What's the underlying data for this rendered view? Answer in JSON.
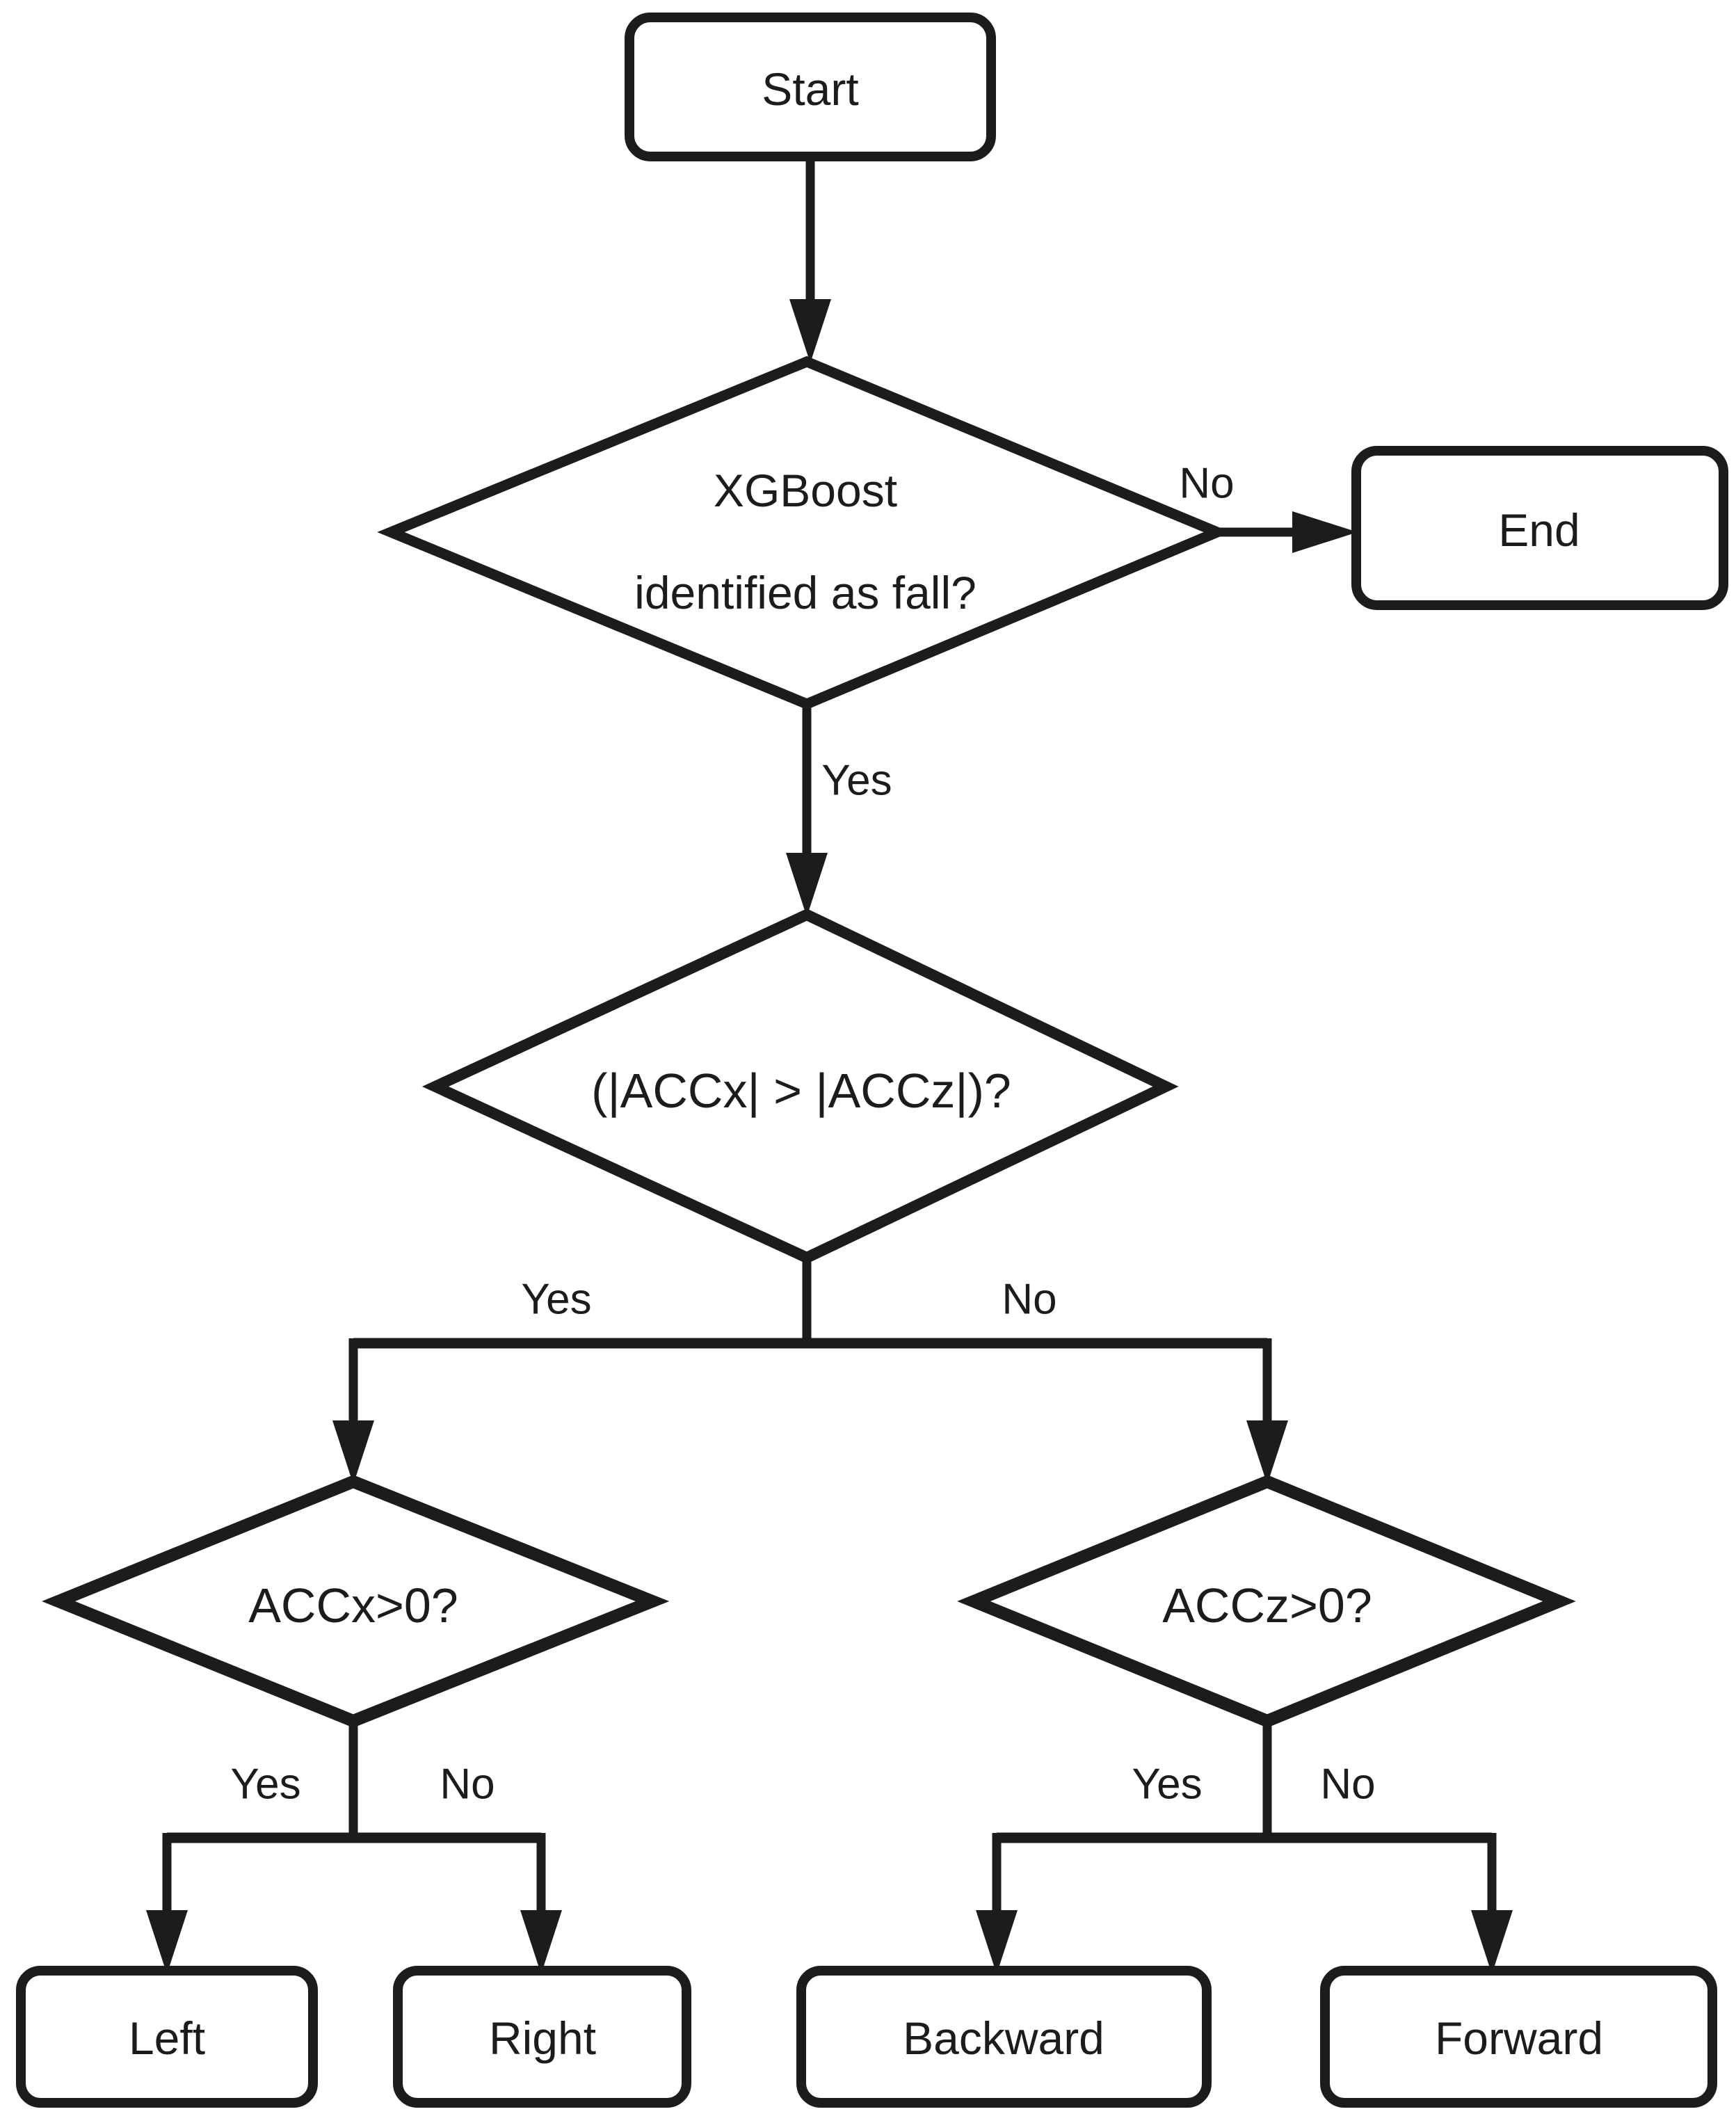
{
  "diagram": {
    "type": "flowchart",
    "stroke_color": "#1c1c1c",
    "node_fill": "#ffffff",
    "nodes": {
      "start": {
        "shape": "rounded-rect",
        "label": "Start"
      },
      "fall_decision": {
        "shape": "diamond",
        "label_line1": "XGBoost",
        "label_line2": "identified as fall?"
      },
      "end": {
        "shape": "rounded-rect",
        "label": "End"
      },
      "axis_decision": {
        "shape": "diamond",
        "label": "(|ACCx| > |ACCz|)?"
      },
      "accx_decision": {
        "shape": "diamond",
        "label": "ACCx>0?"
      },
      "accz_decision": {
        "shape": "diamond",
        "label": "ACCz>0?"
      },
      "left": {
        "shape": "rounded-rect",
        "label": "Left"
      },
      "right": {
        "shape": "rounded-rect",
        "label": "Right"
      },
      "backward": {
        "shape": "rounded-rect",
        "label": "Backward"
      },
      "forward": {
        "shape": "rounded-rect",
        "label": "Forward"
      }
    },
    "edges": {
      "fall_no": {
        "label": "No"
      },
      "fall_yes": {
        "label": "Yes"
      },
      "axis_yes": {
        "label": "Yes"
      },
      "axis_no": {
        "label": "No"
      },
      "accx_yes": {
        "label": "Yes"
      },
      "accx_no": {
        "label": "No"
      },
      "accz_yes": {
        "label": "Yes"
      },
      "accz_no": {
        "label": "No"
      }
    }
  }
}
